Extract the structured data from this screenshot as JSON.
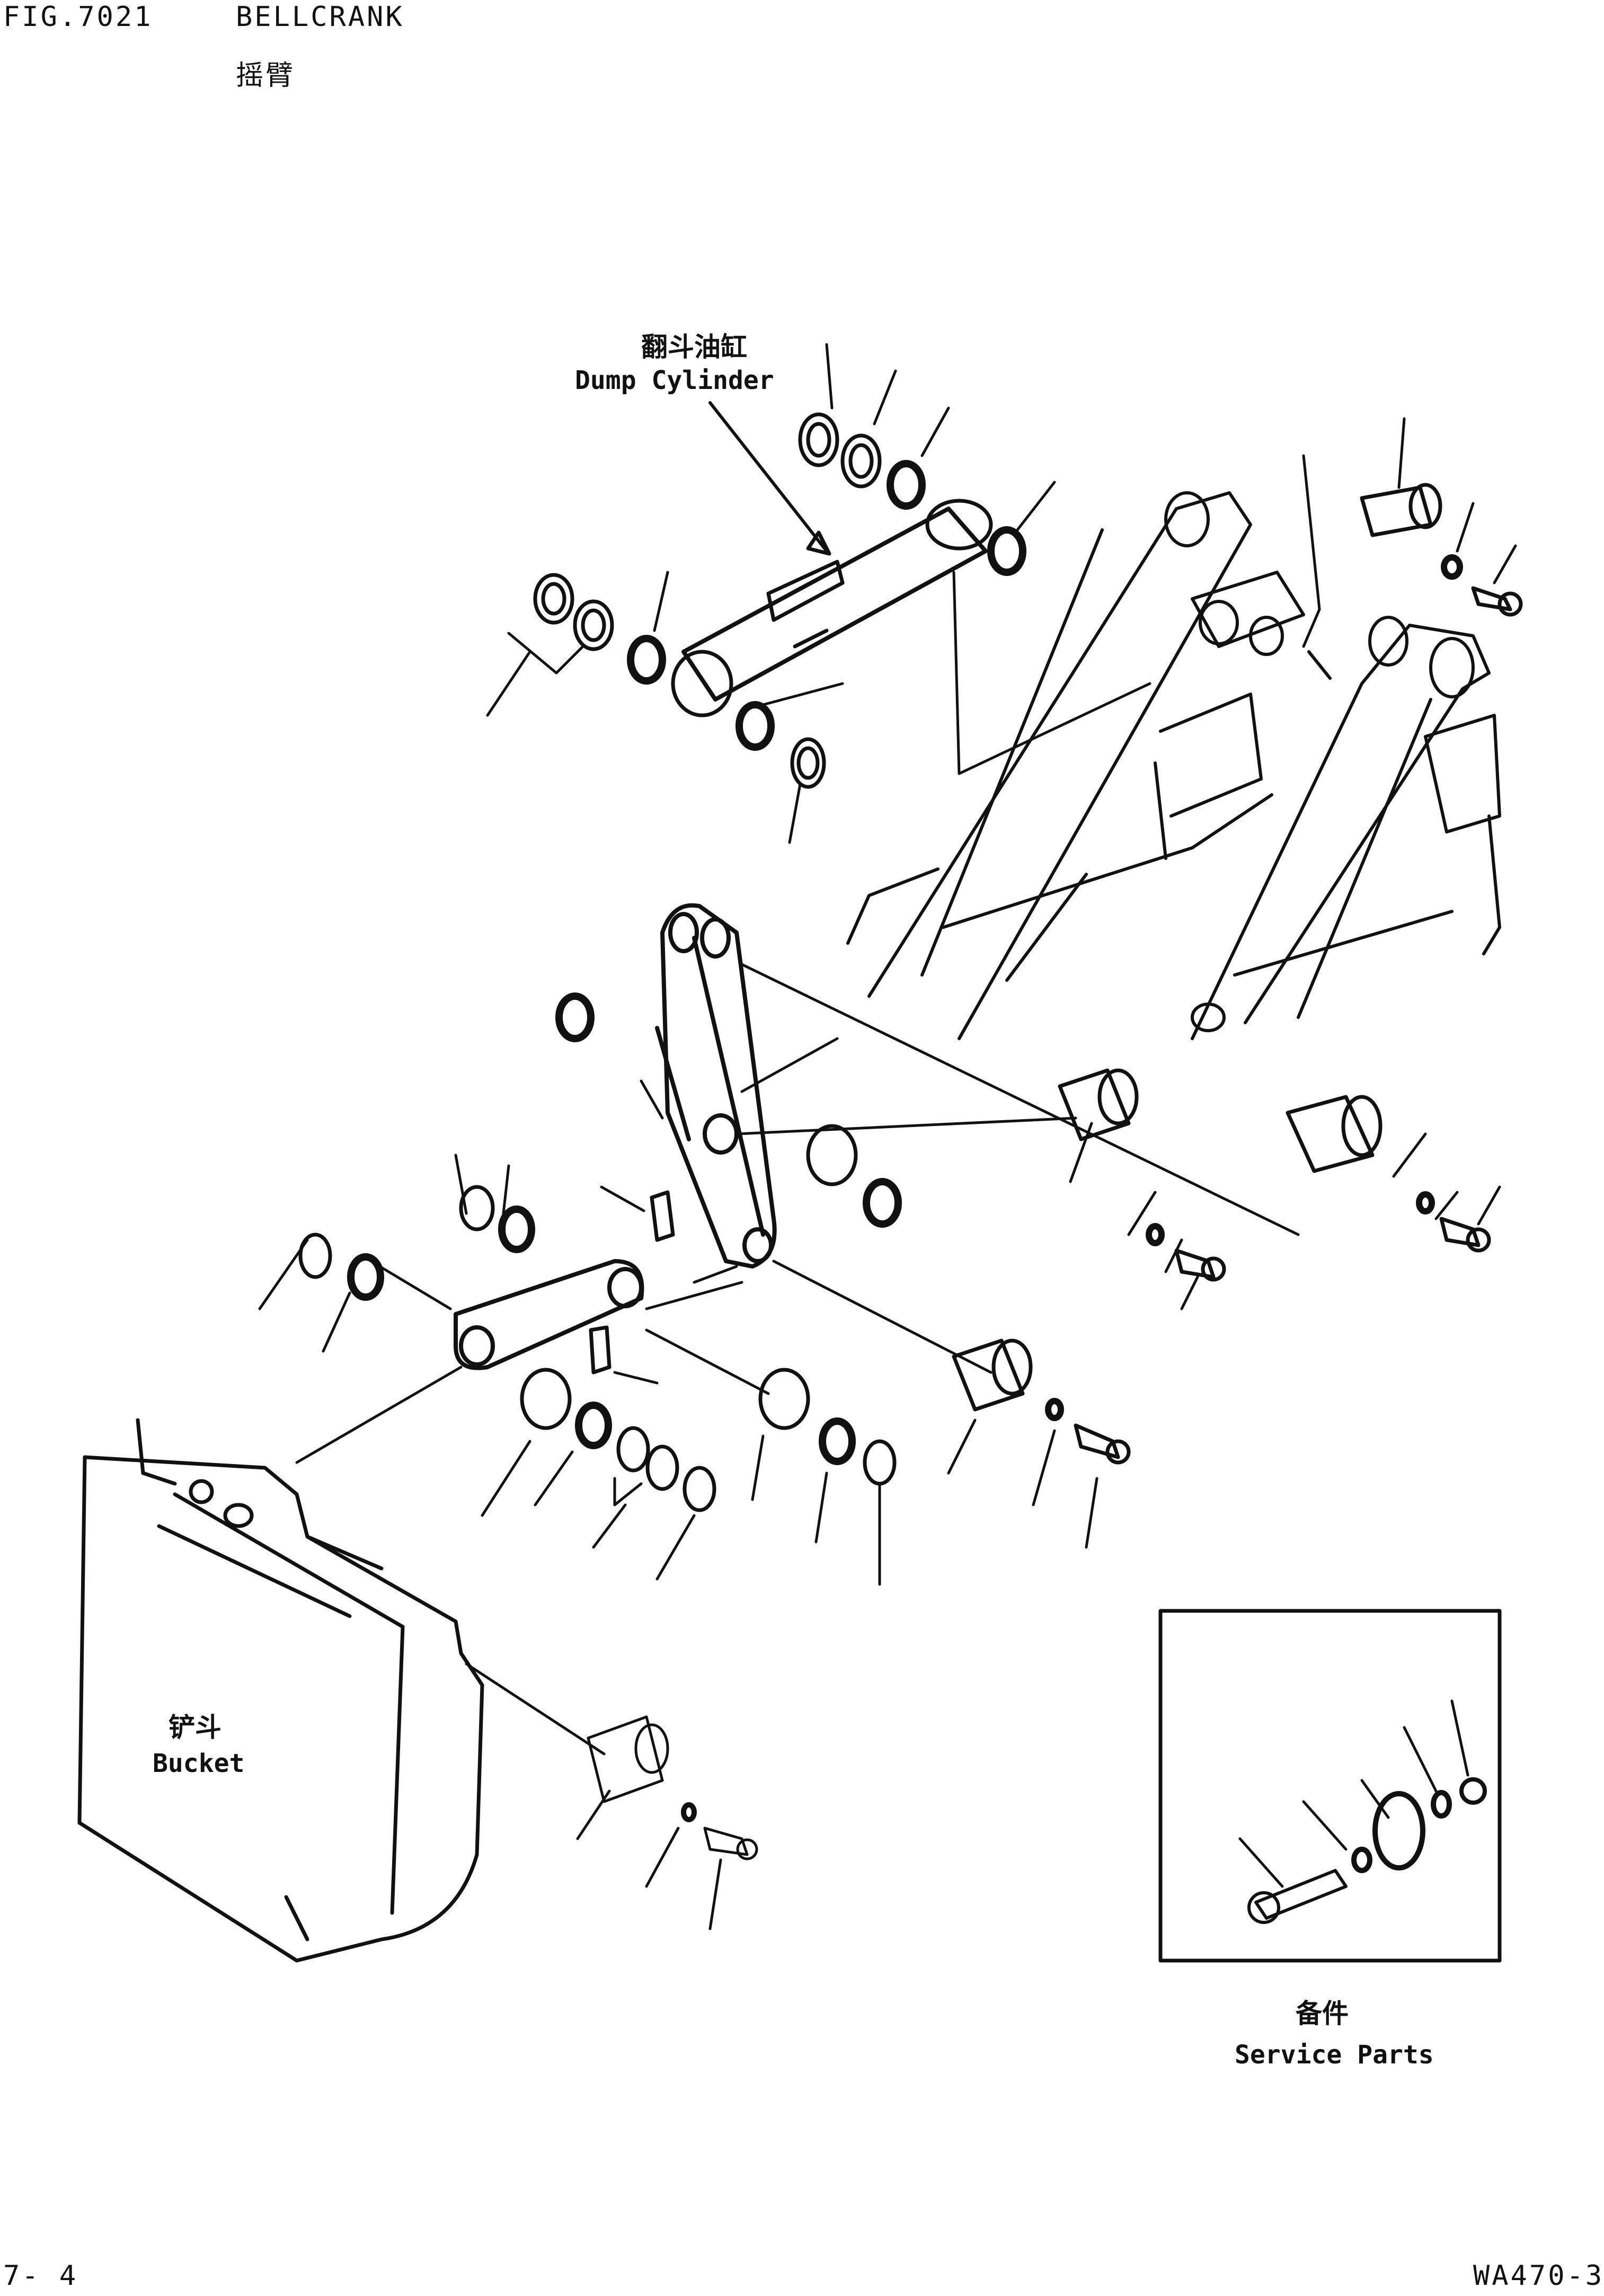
{
  "header": {
    "fig_no": "FIG.7021",
    "title": "BELLCRANK",
    "subtitle_cn": "摇臂"
  },
  "labels": {
    "dump_cylinder_cn": "翻斗油缸",
    "dump_cylinder_en": "Dump Cylinder",
    "bucket_cn": "铲斗",
    "bucket_en": "Bucket",
    "service_parts_cn": "备件",
    "service_parts_en": "Service Parts"
  },
  "footer": {
    "page": "7- 4",
    "model": "WA470-3"
  }
}
